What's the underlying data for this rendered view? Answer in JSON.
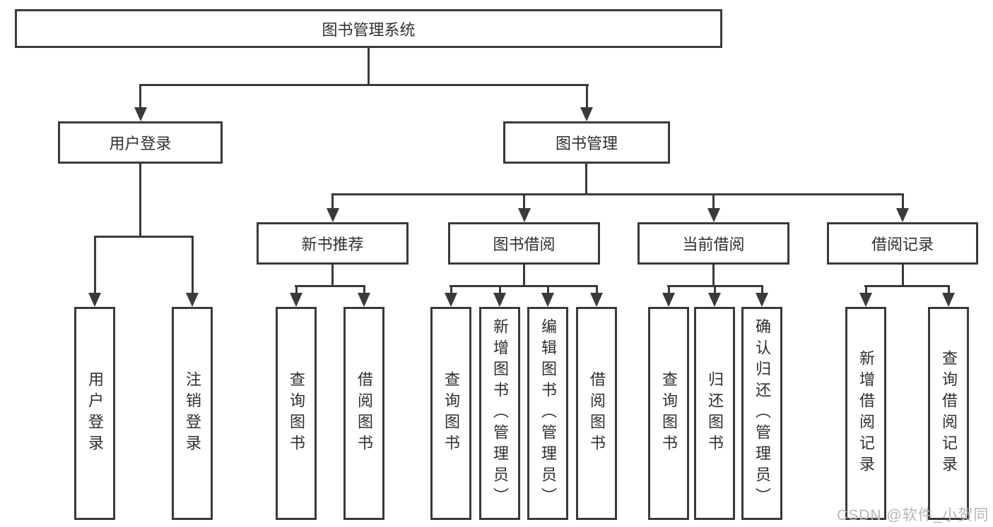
{
  "diagram": {
    "root": {
      "label": "图书管理系统"
    },
    "level2": [
      {
        "label": "用户登录"
      },
      {
        "label": "图书管理"
      }
    ],
    "level3": [
      {
        "label": "新书推荐"
      },
      {
        "label": "图书借阅"
      },
      {
        "label": "当前借阅"
      },
      {
        "label": "借阅记录"
      }
    ],
    "leaves": [
      {
        "label": "用户登录"
      },
      {
        "label": "注销登录"
      },
      {
        "label": "查询图书"
      },
      {
        "label": "借阅图书"
      },
      {
        "label": "查询图书"
      },
      {
        "label": "新增图书（管理员）"
      },
      {
        "label": "编辑图书（管理员）"
      },
      {
        "label": "借阅图书"
      },
      {
        "label": "查询图书"
      },
      {
        "label": "归还图书"
      },
      {
        "label": "确认归还（管理员）"
      },
      {
        "label": "新增借阅记录"
      },
      {
        "label": "查询借阅记录"
      }
    ]
  },
  "watermark": {
    "text": "CSDN @软件_小贺同学"
  },
  "colors": {
    "line": "#3a3a3a",
    "node_text": "#2f2f2f",
    "background": "#ffffff",
    "watermark": "#b5b5b5"
  }
}
